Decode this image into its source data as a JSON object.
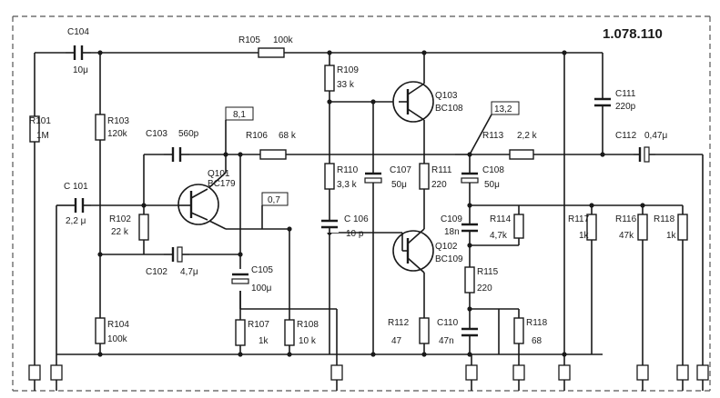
{
  "diagram": {
    "id_number": "1.078.110",
    "components": {
      "R101": {
        "name": "R101",
        "value": "1M"
      },
      "R102": {
        "name": "R102",
        "value": "22 k"
      },
      "R103": {
        "name": "R103",
        "value": "120k"
      },
      "R104": {
        "name": "R104",
        "value": "100k"
      },
      "R105": {
        "name": "R105",
        "value": "100k"
      },
      "R106": {
        "name": "R106",
        "value": "68 k"
      },
      "R107": {
        "name": "R107",
        "value": "1k"
      },
      "R108": {
        "name": "R108",
        "value": "10 k"
      },
      "R109": {
        "name": "R109",
        "value": "33 k"
      },
      "R110": {
        "name": "R110",
        "value": "3,3 k"
      },
      "R111": {
        "name": "R111",
        "value": "220"
      },
      "R112": {
        "name": "R112",
        "value": "47"
      },
      "R113": {
        "name": "R113",
        "value": "2,2 k"
      },
      "R114": {
        "name": "R114",
        "value": "4,7k"
      },
      "R115": {
        "name": "R115",
        "value": "220"
      },
      "R116": {
        "name": "R116",
        "value": "47k"
      },
      "R117": {
        "name": "R117",
        "value": "1k"
      },
      "R118a": {
        "name": "R118",
        "value": "1k"
      },
      "R118b": {
        "name": "R118",
        "value": "68"
      },
      "C101": {
        "name": "C 101",
        "value": "2,2 μ"
      },
      "C102": {
        "name": "C102",
        "value": "4,7μ"
      },
      "C103": {
        "name": "C103",
        "value": "560p"
      },
      "C104": {
        "name": "C104",
        "value": "10μ"
      },
      "C105": {
        "name": "C105",
        "value": "100μ"
      },
      "C106": {
        "name": "C 106",
        "value": "10 p"
      },
      "C107": {
        "name": "C107",
        "value": "50μ"
      },
      "C108": {
        "name": "C108",
        "value": "50μ"
      },
      "C109": {
        "name": "C109",
        "value": "18n"
      },
      "C110": {
        "name": "C110",
        "value": "47n"
      },
      "C111": {
        "name": "C111",
        "value": "220p"
      },
      "C112": {
        "name": "C112",
        "value": "0,47μ"
      },
      "Q101": {
        "name": "Q101",
        "type": "BC179"
      },
      "Q102": {
        "name": "Q102",
        "type": "BC109"
      },
      "Q103": {
        "name": "Q103",
        "type": "BC108"
      }
    },
    "test_points": {
      "tp1": "8,1",
      "tp2": "0,7",
      "tp3": "13,2"
    }
  }
}
